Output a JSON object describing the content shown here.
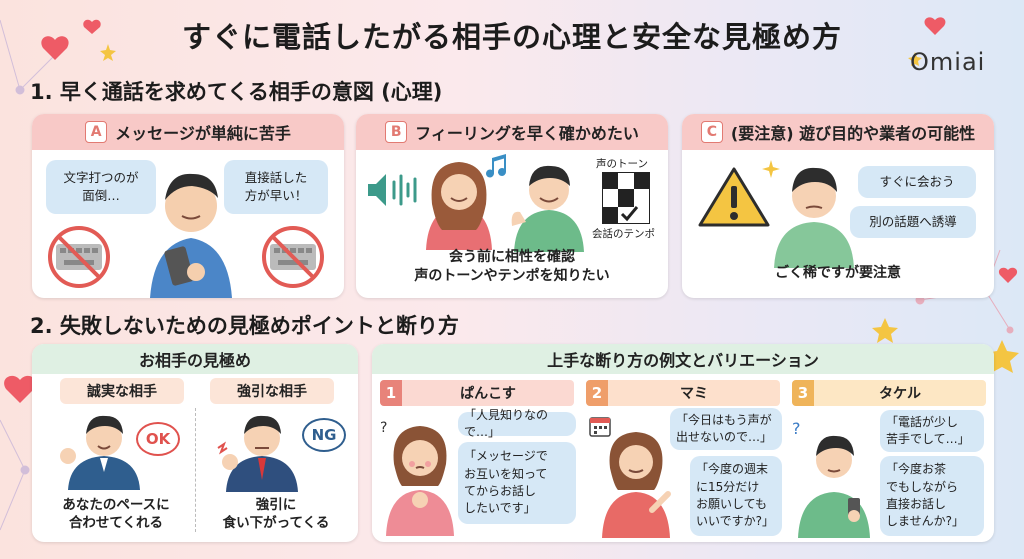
{
  "title": "すぐに電話したがる相手の心理と安全な見極め方",
  "logo": "Omiai",
  "section1": {
    "heading": "1. 早く通話を求めてくる相手の意図 (心理)",
    "cards": [
      {
        "letter": "A",
        "title": "メッセージが単純に苦手",
        "bubble_left": "文字打つのが\n面倒…",
        "bubble_right": "直接話した\n方が早い！"
      },
      {
        "letter": "B",
        "title": "フィーリングを早く確かめたい",
        "tone_label": "声のトーン",
        "tempo_label": "会話のテンポ",
        "caption": "会う前に相性を確認\n声のトーンやテンポを知りたい"
      },
      {
        "letter": "C",
        "title": "(要注意) 遊び目的や業者の可能性",
        "bubble_top": "すぐに会おう",
        "bubble_bottom": "別の話題へ誘導",
        "caption": "ごく稀ですが要注意"
      }
    ]
  },
  "section2": {
    "heading": "2. 失敗しないための見極めポイントと断り方",
    "judge": {
      "title": "お相手の見極め",
      "sincere": {
        "label": "誠実な相手",
        "badge": "OK",
        "caption": "あなたのペースに\n合わせてくれる"
      },
      "pushy": {
        "label": "強引な相手",
        "badge": "NG",
        "caption": "強引に\n食い下がってくる"
      }
    },
    "refusal": {
      "title": "上手な断り方の例文とバリエーション",
      "examples": [
        {
          "num": "1",
          "name": "ぱんこす",
          "color": "#e8837a",
          "lines": [
            "「人見知りなので…」",
            "「メッセージで\nお互いを知って\nてからお話し\nしたいです」"
          ]
        },
        {
          "num": "2",
          "name": "マミ",
          "color": "#ef9e6a",
          "lines": [
            "「今日はもう声が\n出せないので…」",
            "「今度の週末\nに15分だけ\nお願いしても\nいいですか?」"
          ]
        },
        {
          "num": "3",
          "name": "タケル",
          "color": "#efb45a",
          "lines": [
            "「電話が少し\n苦手でして…」",
            "「今度お茶\nでもしながら\n直接お話し\nしませんか?」"
          ]
        }
      ]
    }
  },
  "colors": {
    "pink_head": "#f8c9c7",
    "green_head": "#dff0e3",
    "bubble": "#d6e8f6",
    "accent_red": "#e27a72"
  }
}
